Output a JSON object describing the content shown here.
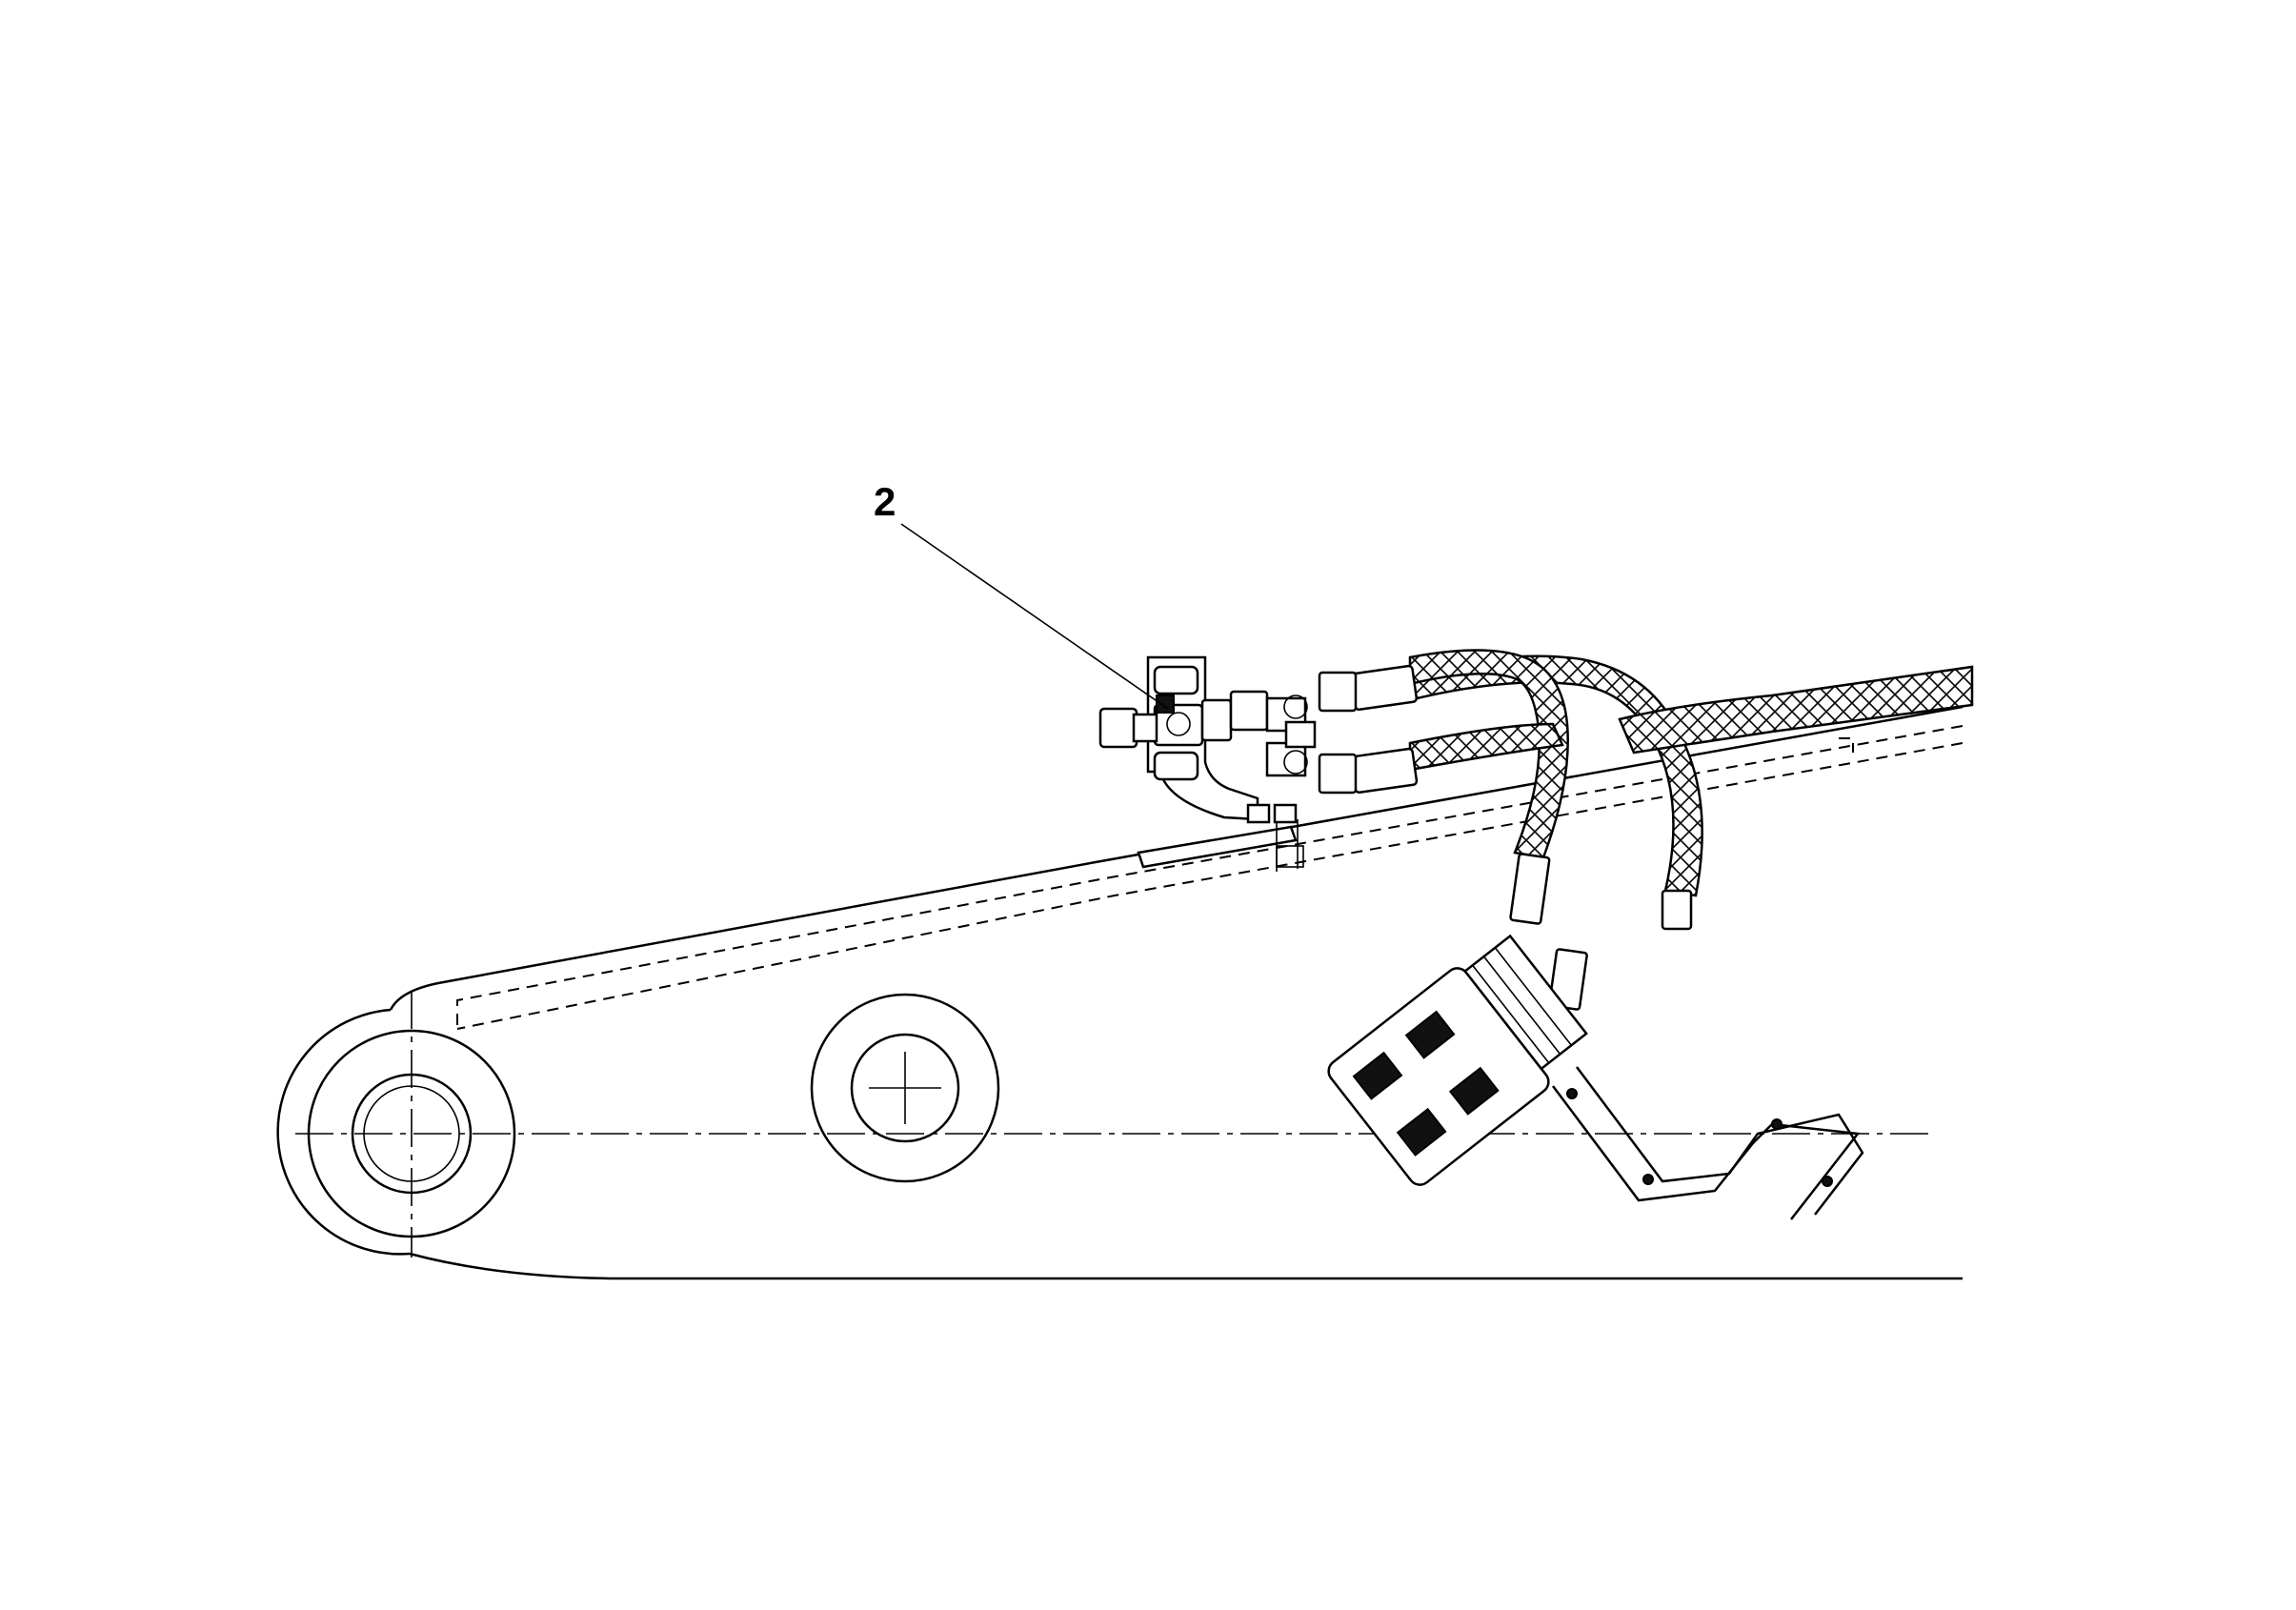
{
  "diagram": {
    "callouts": [
      {
        "number": "2",
        "target": "hose-fitting-bracket"
      }
    ],
    "parts": [
      "boom-arm",
      "pivot-boss-left",
      "pivot-boss-center",
      "hose-fitting-bracket",
      "braided-hose-upper",
      "braided-hose-lower",
      "braided-hose-main",
      "valve-block",
      "mounting-bracket"
    ]
  }
}
